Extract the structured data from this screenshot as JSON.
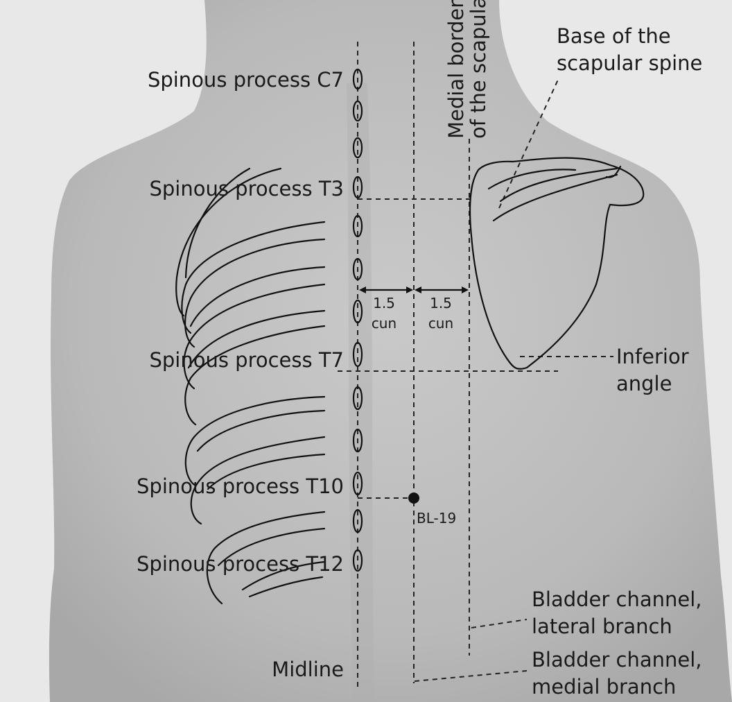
{
  "labels": {
    "c7": "Spinous process C7",
    "t3": "Spinous process T3",
    "t7": "Spinous process T7",
    "t10": "Spinous process T10",
    "t12": "Spinous process T12",
    "midline": "Midline",
    "medial_border_1": "Medial border",
    "medial_border_2": "of the scapula",
    "base_spine_1": "Base of the",
    "base_spine_2": "scapular spine",
    "inferior_1": "Inferior",
    "inferior_2": "angle",
    "lateral_1": "Bladder channel,",
    "lateral_2": "lateral branch",
    "medial_1": "Bladder channel,",
    "medial_2": "medial branch",
    "bl19": "BL-19",
    "cun_a_1": "1.5",
    "cun_a_2": "cun",
    "cun_b_1": "1.5",
    "cun_b_2": "cun"
  },
  "colors": {
    "background": "#e6e6e6",
    "skin": "#bdbdbd",
    "line": "#111111"
  }
}
